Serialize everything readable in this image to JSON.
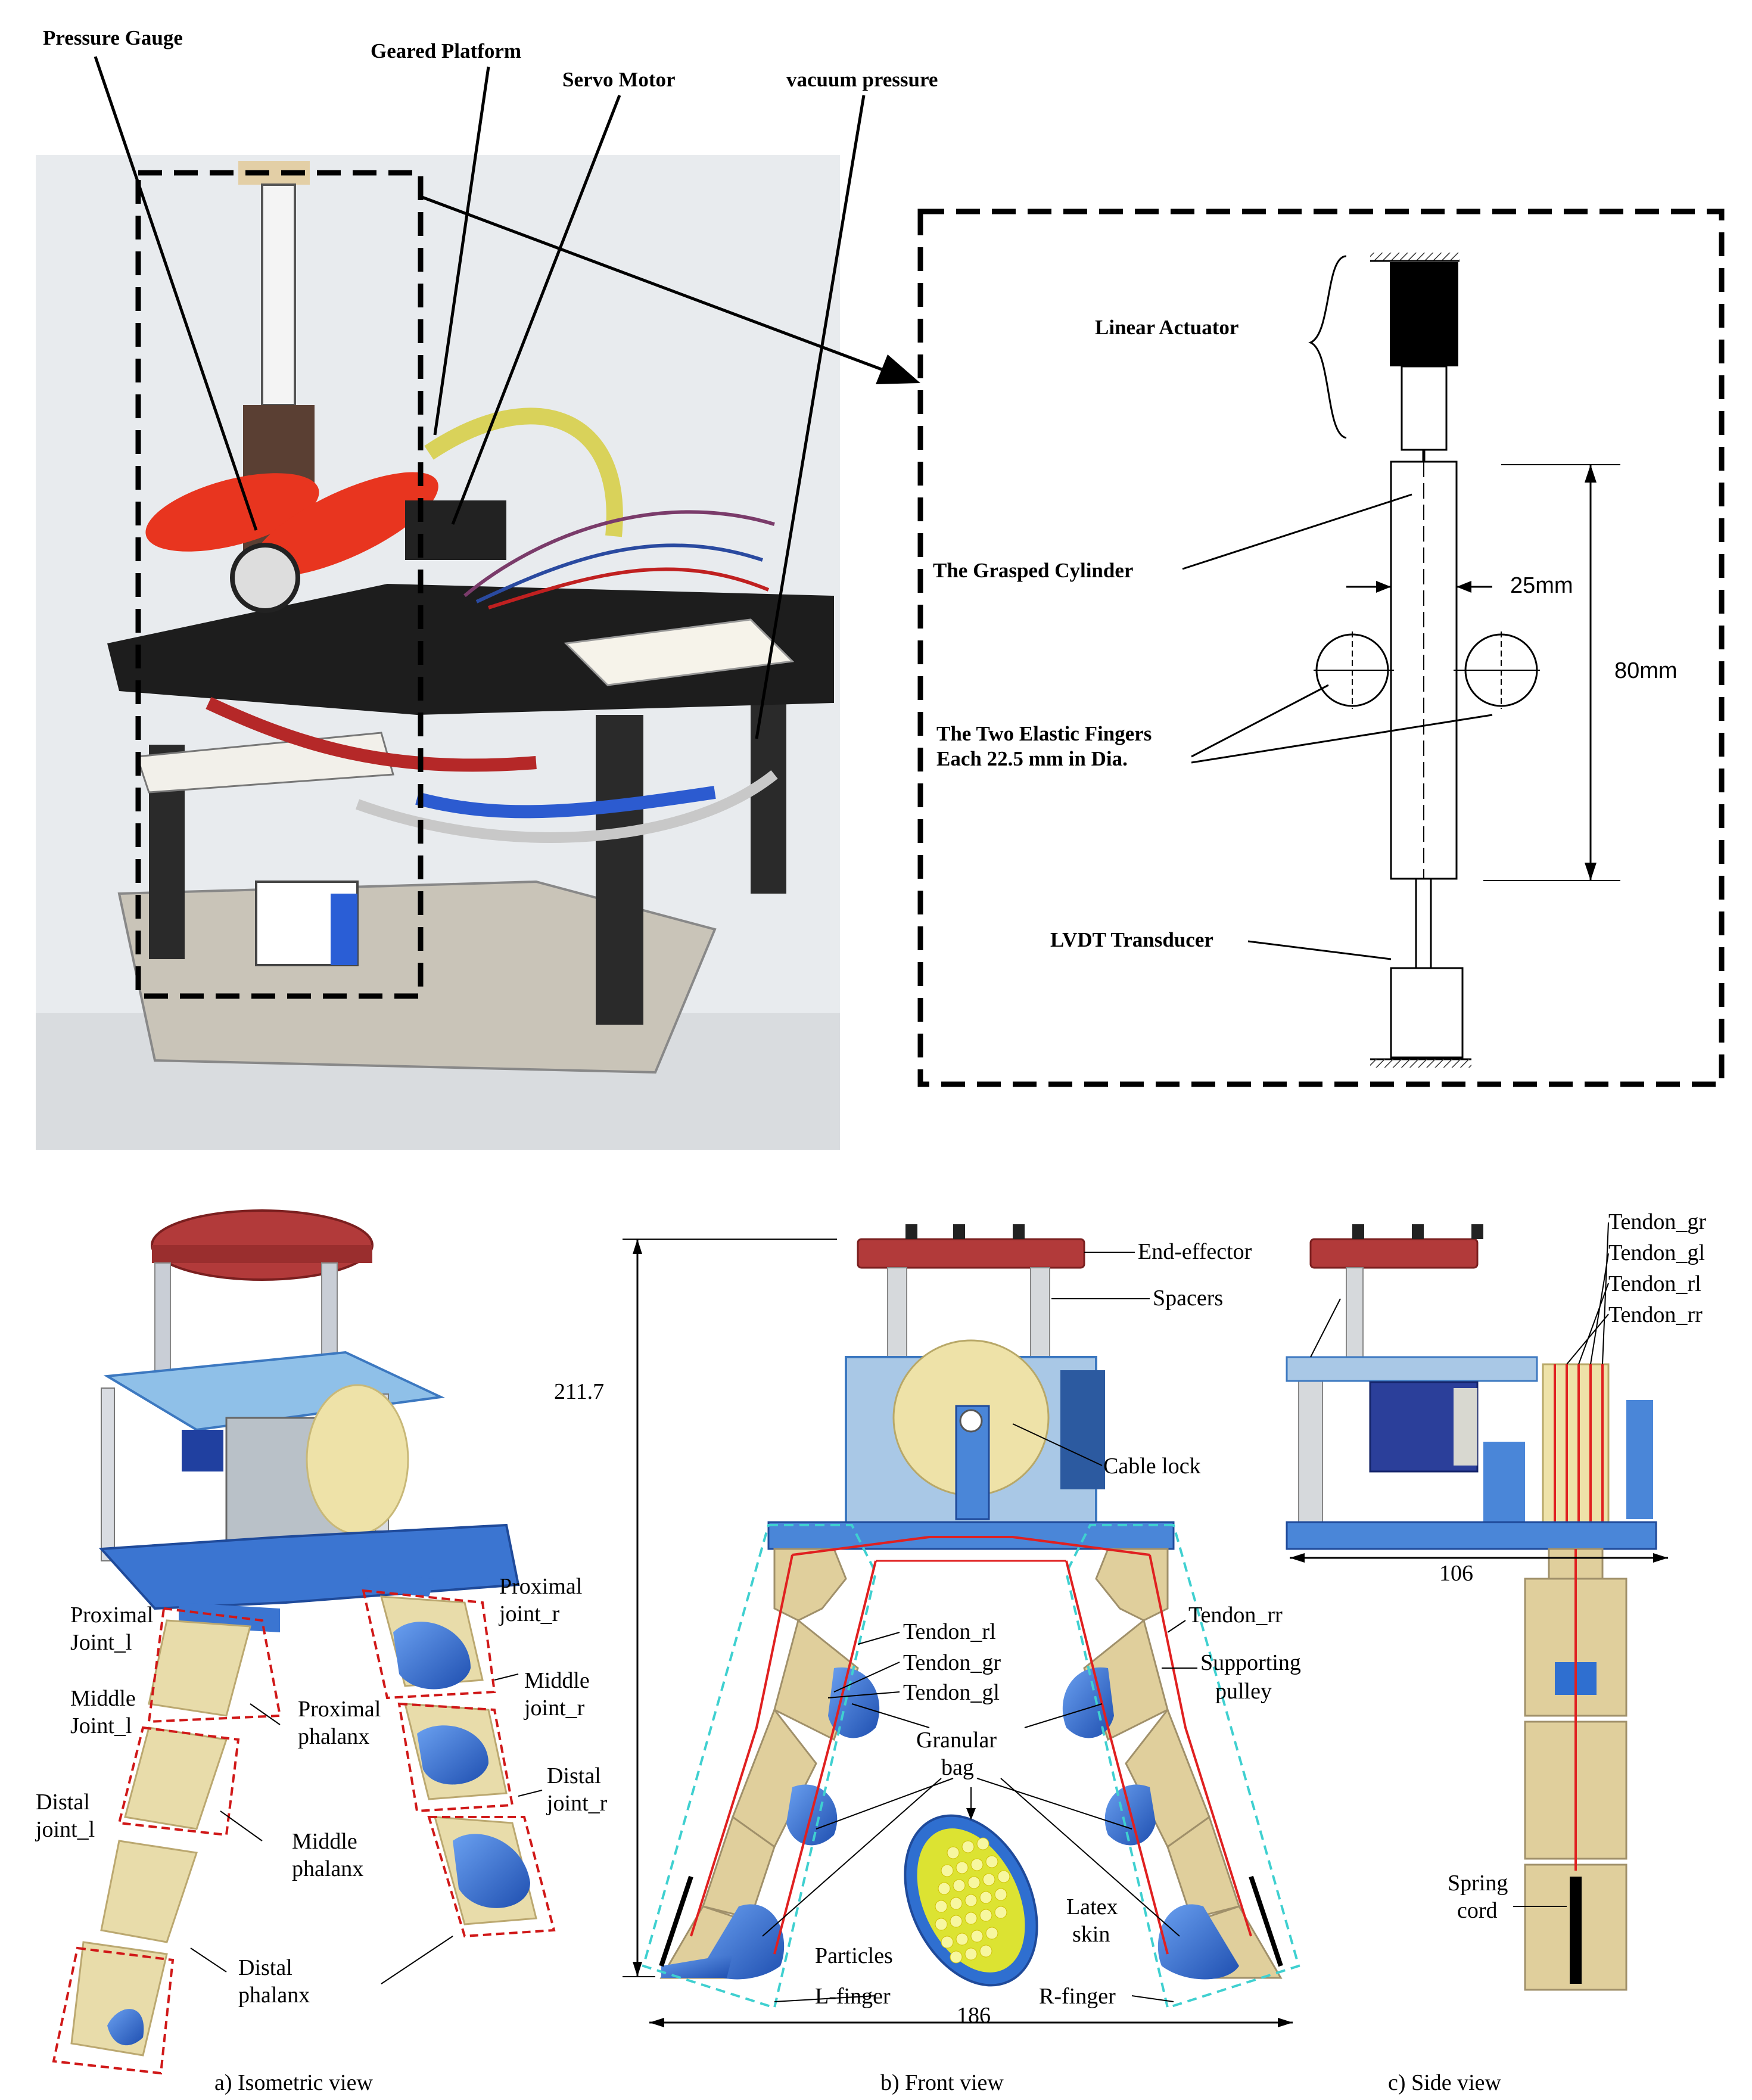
{
  "top_photo_labels": {
    "pressure_gauge": "Pressure Gauge",
    "geared_platform": "Geared Platform",
    "servo_motor": "Servo Motor",
    "vacuum_pressure": "vacuum pressure"
  },
  "schematic": {
    "linear_actuator": "Linear Actuator",
    "grasped_cylinder": "The Grasped Cylinder",
    "elastic_fingers_line1": "The Two Elastic Fingers",
    "elastic_fingers_line2": "Each 22.5 mm in Dia.",
    "lvdt": "LVDT Transducer",
    "dim_diameter": "25mm",
    "dim_height": "80mm"
  },
  "isometric": {
    "proximal_joint_l_1": "Proximal",
    "proximal_joint_l_2": "Joint_l",
    "middle_joint_l_1": "Middle",
    "middle_joint_l_2": "Joint_l",
    "distal_joint_l_1": "Distal",
    "distal_joint_l_2": "joint_l",
    "proximal_joint_r_1": "Proximal",
    "proximal_joint_r_2": "joint_r",
    "middle_joint_r_1": "Middle",
    "middle_joint_r_2": "joint_r",
    "distal_joint_r_1": "Distal",
    "distal_joint_r_2": "joint_r",
    "proximal_phalanx_1": "Proximal",
    "proximal_phalanx_2": "phalanx",
    "middle_phalanx_1": "Middle",
    "middle_phalanx_2": "phalanx",
    "distal_phalanx_1": "Distal",
    "distal_phalanx_2": "phalanx",
    "caption": "a) Isometric view"
  },
  "front": {
    "end_effector": "End-effector",
    "spacers": "Spacers",
    "cable_lock": "Cable lock",
    "height_dim": "211.7",
    "tendon_rl": "Tendon_rl",
    "tendon_gr": "Tendon_gr",
    "tendon_gl": "Tendon_gl",
    "tendon_rr": "Tendon_rr",
    "supporting_pulley_1": "Supporting",
    "supporting_pulley_2": "pulley",
    "granular_bag_1": "Granular",
    "granular_bag_2": "bag",
    "latex_skin_1": "Latex",
    "latex_skin_2": "skin",
    "particles": "Particles",
    "l_finger": "L-finger",
    "r_finger": "R-finger",
    "width_dim": "186",
    "caption": "b) Front view"
  },
  "side": {
    "tendon_gr": "Tendon_gr",
    "tendon_gl": "Tendon_gl",
    "tendon_rl": "Tendon_rl",
    "tendon_rr": "Tendon_rr",
    "width_dim": "106",
    "spring_cord_1": "Spring",
    "spring_cord_2": "cord",
    "caption": "c) Side view"
  },
  "colors": {
    "tendon_red": "#e02020",
    "bag_blue": "#2f6fd0",
    "frame_blue": "#4a86d8",
    "end_effector_red": "#b23a3a",
    "finger_tan": "#e6d6a8",
    "dash_cyan": "#3fd0d0",
    "particle_yellow": "#f0f020"
  }
}
